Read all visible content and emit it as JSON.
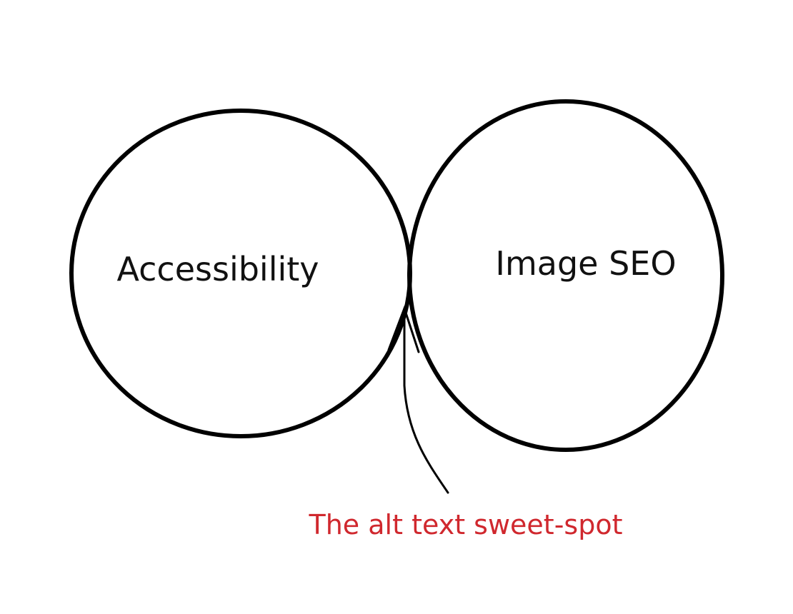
{
  "diagram": {
    "type": "venn",
    "sets": [
      {
        "label": "Accessibility"
      },
      {
        "label": "Image SEO"
      }
    ],
    "intersection": {
      "fill": "#5bc2d3"
    },
    "annotation": {
      "label": "The alt text sweet-spot",
      "color": "#d0282e"
    },
    "stroke_color": "#000000"
  }
}
